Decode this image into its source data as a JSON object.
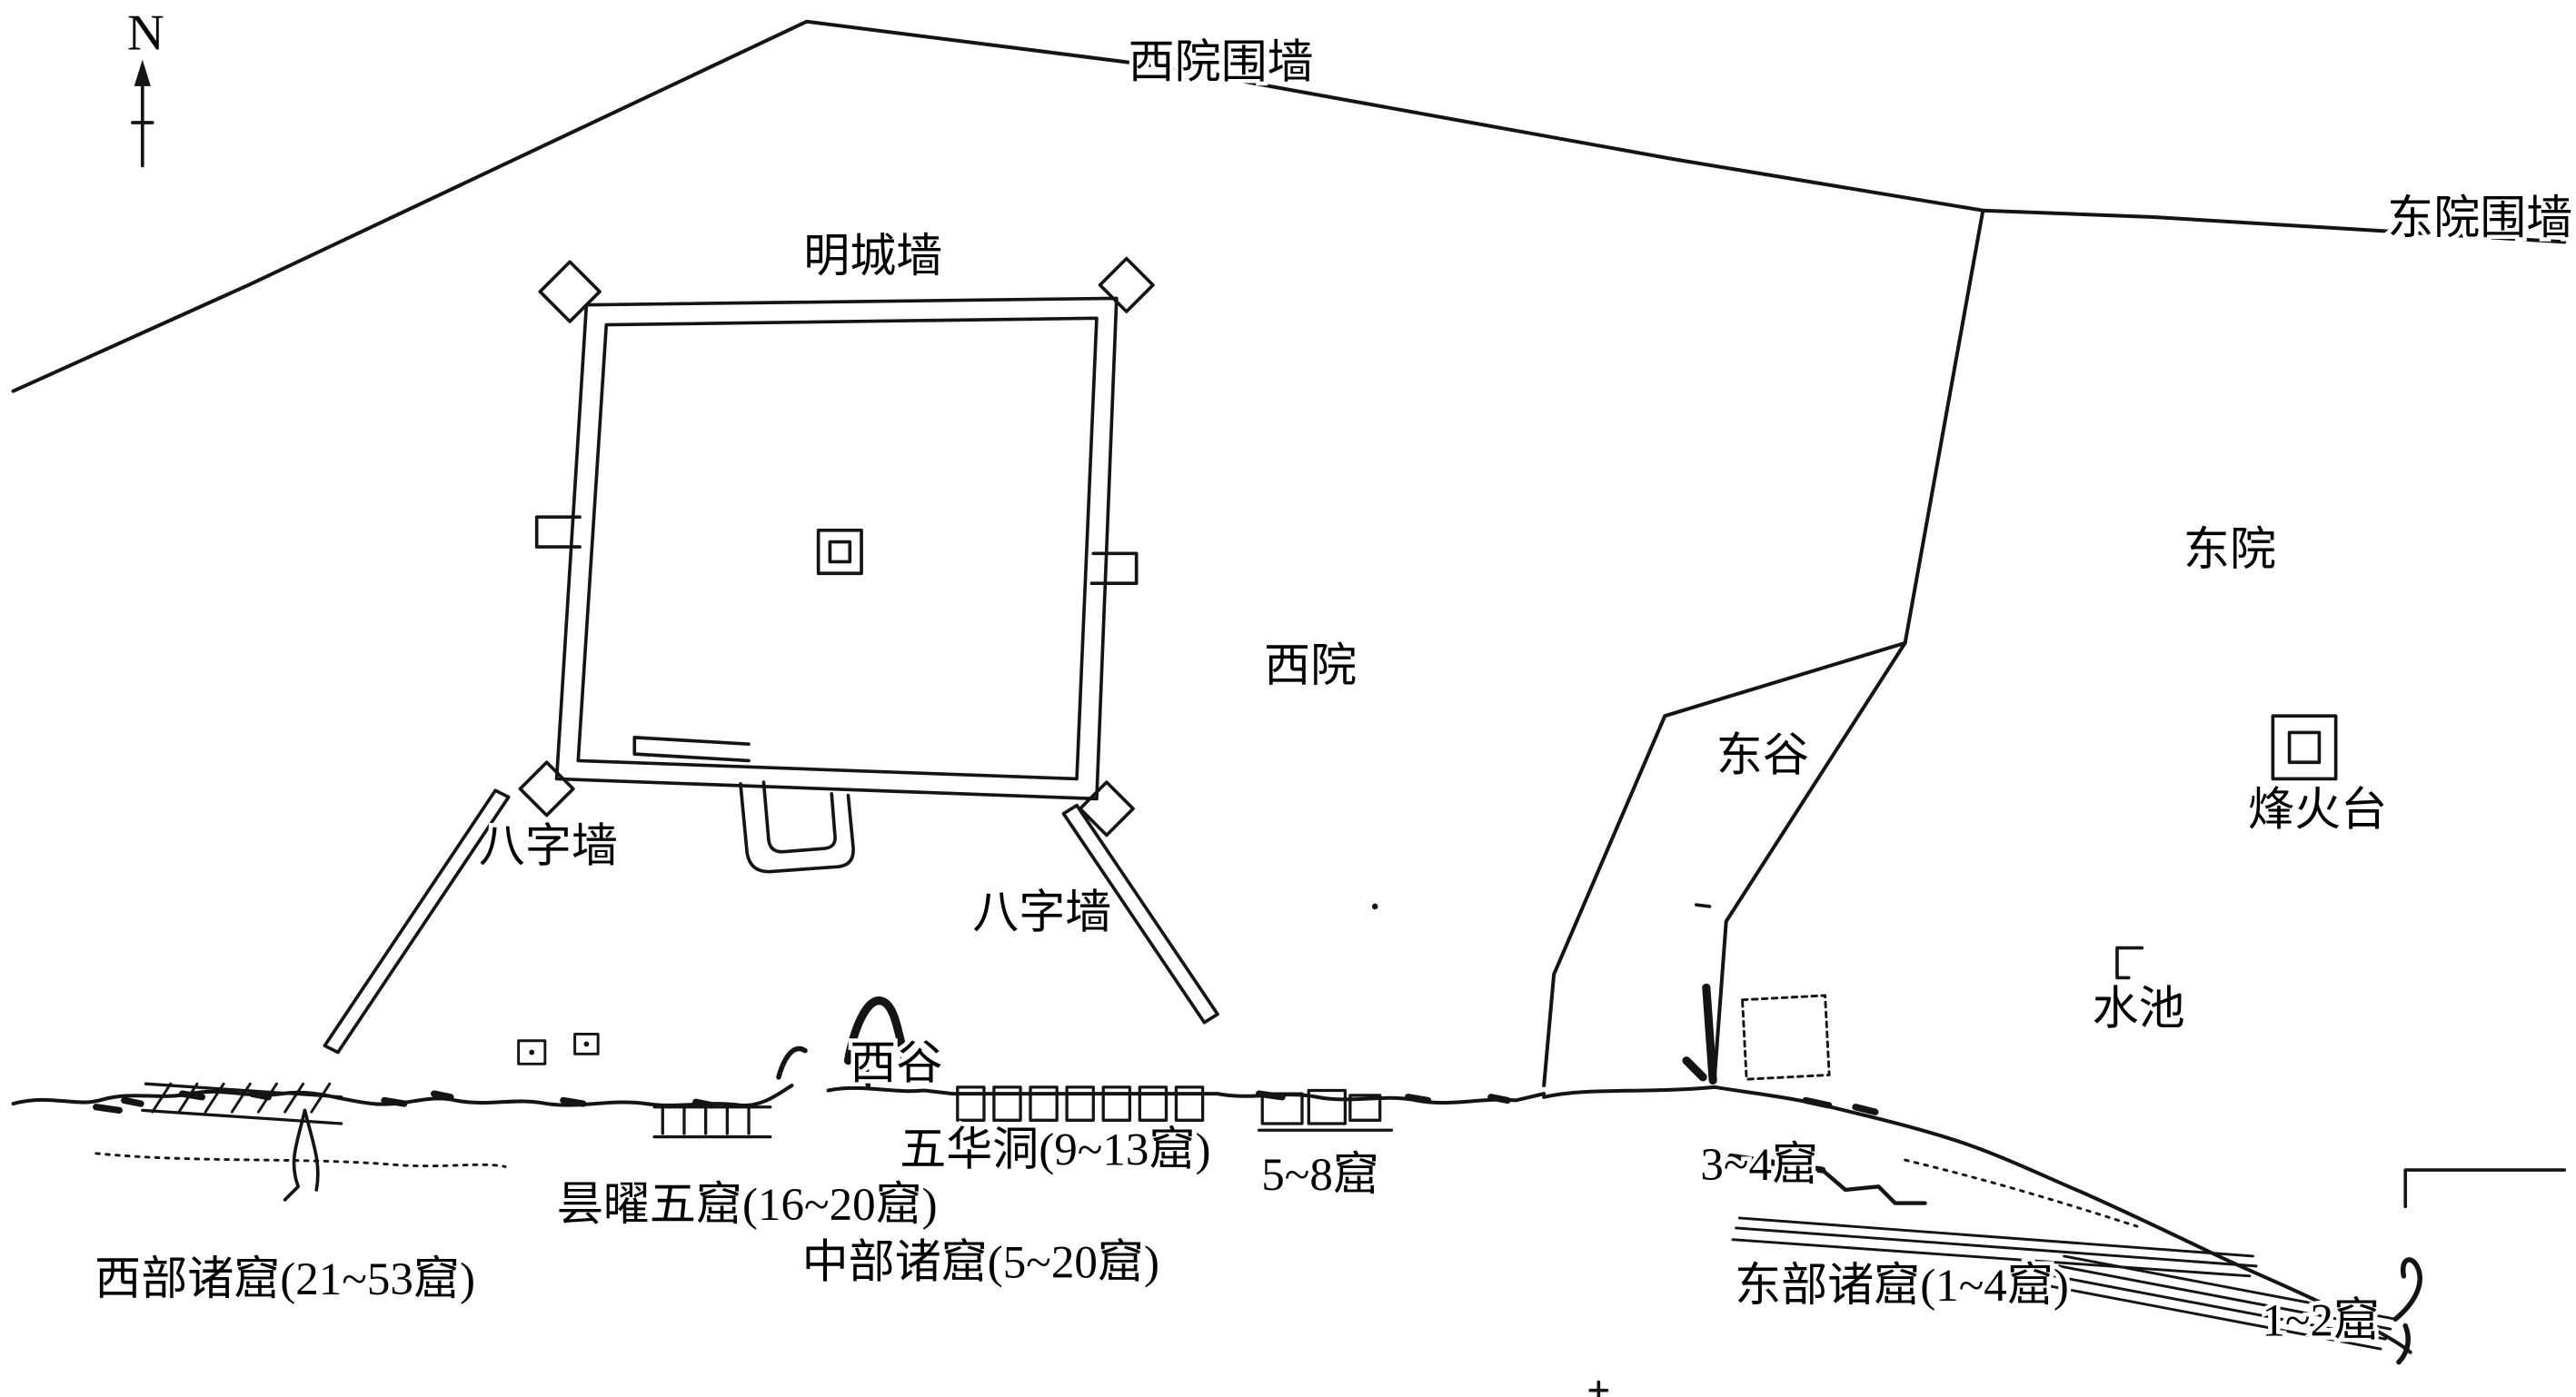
{
  "compass": {
    "north_label": "N"
  },
  "walls": {
    "west_perimeter": "西院围墙",
    "east_perimeter": "东院围墙",
    "ming_city_wall": "明城墙",
    "splay_wall_west": "八字墙",
    "splay_wall_east": "八字墙"
  },
  "areas": {
    "west_yard": "西院",
    "east_yard": "东院",
    "east_valley": "东谷",
    "west_valley": "西谷"
  },
  "features": {
    "beacon_tower": "烽火台",
    "pool": "水池"
  },
  "cave_groups": {
    "wuhua": "五华洞(9~13窟)",
    "tanyao": "昙曜五窟(16~20窟)",
    "central": "中部诸窟(5~20窟)",
    "western": "西部诸窟(21~53窟)",
    "caves_5_8": "5~8窟",
    "caves_3_4": "3~4窟",
    "eastern": "东部诸窟(1~4窟)",
    "caves_1_2": "1~2窟"
  },
  "colors": {
    "ink": "#141414",
    "background": "#ffffff"
  }
}
